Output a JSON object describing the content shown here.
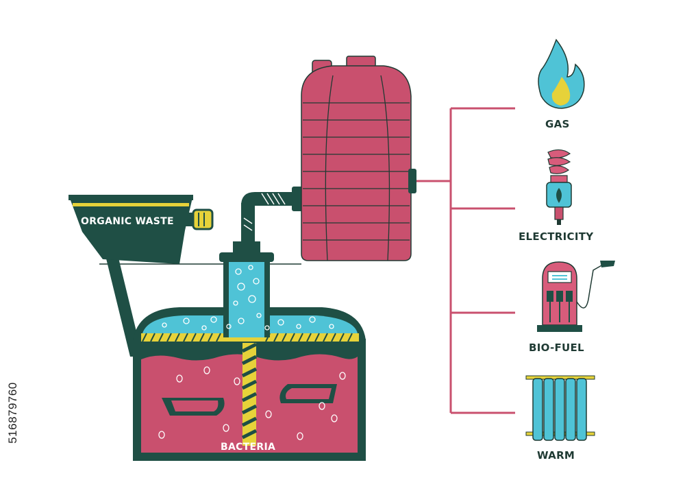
{
  "labels": {
    "organic_waste": "ORGANIC WASTE",
    "bacteria": "BACTERIA"
  },
  "outputs": [
    {
      "label": "GAS",
      "icon": "gas-flame-icon"
    },
    {
      "label": "ELECTRICITY",
      "icon": "light-bulb-plug-icon"
    },
    {
      "label": "BIO-FUEL",
      "icon": "fuel-pump-icon"
    },
    {
      "label": "WARM",
      "icon": "radiator-icon"
    }
  ],
  "stock_id": "516879760",
  "colors": {
    "dark_green": "#1f4f45",
    "pink": "#c9506e",
    "pink_light": "#d85c7b",
    "cyan": "#4fc3d6",
    "yellow": "#e6d23a",
    "line_pink": "#c9506e"
  }
}
